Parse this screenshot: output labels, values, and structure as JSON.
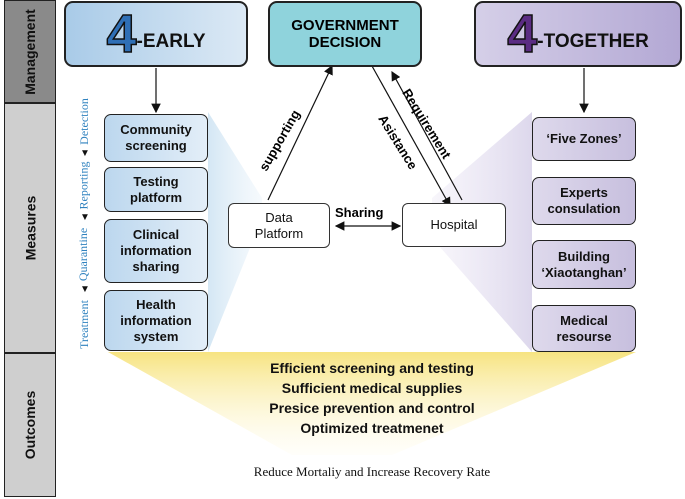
{
  "side_labels": {
    "management": "Management",
    "measures": "Measures",
    "outcomes": "Outcomes"
  },
  "left_header": {
    "number": "4",
    "text": "-EARLY"
  },
  "center_header": {
    "line1": "GOVERNMENT",
    "line2": "DECISION"
  },
  "right_header": {
    "number": "4",
    "text": "-TOGETHER"
  },
  "left_measures": [
    {
      "line1": "Community",
      "line2": "screening"
    },
    {
      "line1": "Testing",
      "line2": "platform"
    },
    {
      "line1": "Clinical",
      "line2": "information",
      "line3": "sharing"
    },
    {
      "line1": "Health",
      "line2": "information",
      "line3": "system"
    }
  ],
  "stages": [
    "Detection",
    "Reporting",
    "Quarantine",
    "Treatment"
  ],
  "right_measures": [
    {
      "line1": "‘Five Zones’"
    },
    {
      "line1": "Experts",
      "line2": "consulation"
    },
    {
      "line1": "Building",
      "line2": "‘Xiaotanghan’"
    },
    {
      "line1": "Medical",
      "line2": "resourse"
    }
  ],
  "data_platform": {
    "line1": "Data",
    "line2": "Platform"
  },
  "hospital": {
    "label": "Hospital"
  },
  "arrow_labels": {
    "supporting": "supporting",
    "requirement": "Requirement",
    "asistance": "Asistance",
    "sharing": "Sharing"
  },
  "outcomes": [
    "Efficient screening and testing",
    "Sufficient medical supplies",
    "Presice prevention and control",
    "Optimized treatmenet"
  ],
  "footer": "Reduce Mortaliy and Increase Recovery Rate",
  "colors": {
    "blue_accent": "#2f6fb6",
    "purple_accent": "#5b2c83",
    "teal_box": "#8fd3dc",
    "funnel_yellow": "#f6e27a"
  }
}
